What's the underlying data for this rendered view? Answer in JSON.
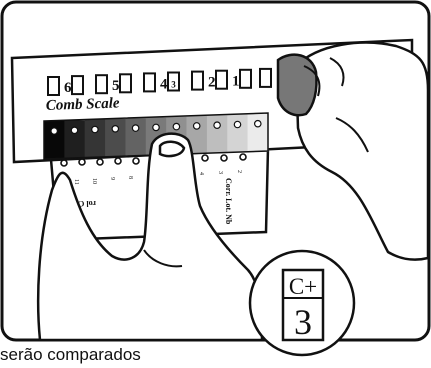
{
  "scale": {
    "title": "Comb Scale",
    "number_labels": [
      "6",
      "5",
      "4",
      "3",
      "2",
      "1"
    ],
    "small_label": "3",
    "slot_count": 11
  },
  "card": {
    "left_text": "rol Correct",
    "right_text": "Corr. Lot. Nb"
  },
  "badge": {
    "top": "C+",
    "bottom": "3"
  },
  "caption": "serão comparados",
  "colors": {
    "ink": "#111111",
    "background": "#ffffff"
  }
}
